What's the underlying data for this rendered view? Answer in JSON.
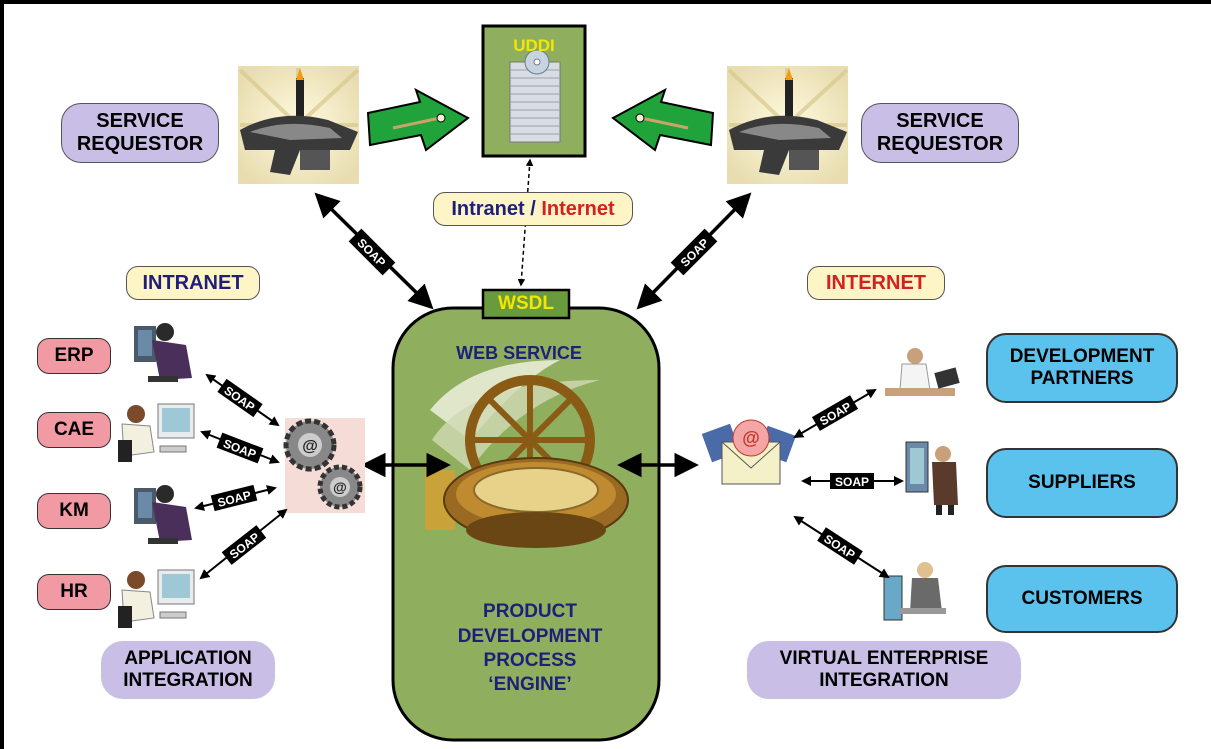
{
  "uddi": {
    "label": "UDDI"
  },
  "wsdl": {
    "label": "WSDL"
  },
  "network_tag": {
    "part1": "Intranet",
    "sep": " / ",
    "part2": "Internet"
  },
  "requestor_left": {
    "line1": "SERVICE",
    "line2": "REQUESTOR"
  },
  "requestor_right": {
    "line1": "SERVICE",
    "line2": "REQUESTOR"
  },
  "intranet_tag": "INTRANET",
  "internet_tag": "INTERNET",
  "engine": {
    "header": "WEB SERVICE",
    "line1": "PRODUCT",
    "line2": "DEVELOPMENT",
    "line3": "PROCESS",
    "line4": "‘ENGINE’"
  },
  "left_apps": [
    "ERP",
    "CAE",
    "KM",
    "HR"
  ],
  "right_apps": {
    "dev_line1": "DEVELOPMENT",
    "dev_line2": "PARTNERS",
    "suppliers": "SUPPLIERS",
    "customers": "CUSTOMERS"
  },
  "app_integration": {
    "line1": "APPLICATION",
    "line2": "INTEGRATION"
  },
  "virtual_integration": {
    "line1": "VIRTUAL ENTERPRISE",
    "line2": "INTEGRATION"
  },
  "soap_label": "SOAP",
  "colors": {
    "engine_fill": "#8fae5e",
    "requestor_fill": "#c9bfe6",
    "left_app_fill": "#f19aa4",
    "right_app_fill": "#5bc2ee",
    "tag_fill": "#fdf5c6",
    "internet_red": "#d42020",
    "navy_text": "#1f1f7a",
    "yellow_text": "#f3e600"
  },
  "icons": [
    "oil-rig-icon",
    "arrow-right-icon",
    "cd-stack-icon",
    "arrow-left-icon",
    "computer-user-icon",
    "gears-at-icon",
    "email-envelope-icon",
    "businessman-icon"
  ]
}
